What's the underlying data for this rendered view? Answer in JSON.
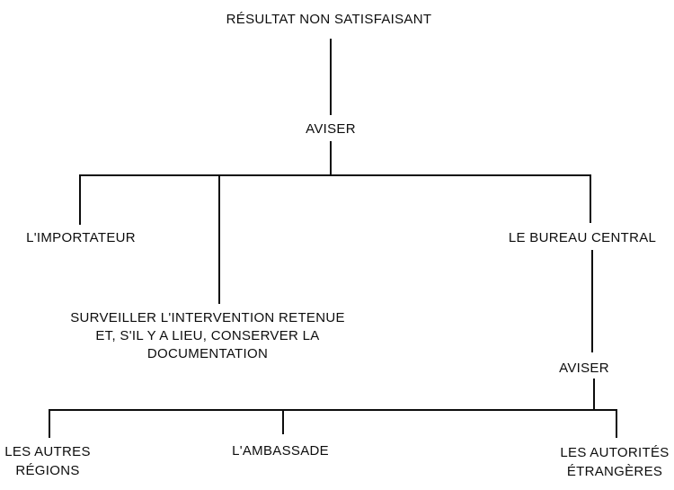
{
  "diagram": {
    "type": "flowchart",
    "language": "fr",
    "colors": {
      "background": "#ffffff",
      "line": "#0d0d0d",
      "text": "#0d0d0d"
    },
    "root": {
      "label": "RÉSULTAT NON SATISFAISANT"
    },
    "level1_action": {
      "label": "AVISER"
    },
    "branches": {
      "left": {
        "label": "L'IMPORTATEUR"
      },
      "middle": {
        "lines": [
          "SURVEILLER L'INTERVENTION RETENUE",
          "ET, S'IL Y A LIEU, CONSERVER LA",
          "DOCUMENTATION"
        ]
      },
      "right": {
        "label": "LE BUREAU CENTRAL"
      }
    },
    "level2_action": {
      "label": "AVISER"
    },
    "sub_branches": {
      "left": {
        "lines": [
          "LES AUTRES",
          "RÉGIONS"
        ]
      },
      "middle": {
        "label": "L'AMBASSADE"
      },
      "right": {
        "lines": [
          "LES AUTORITÉS",
          "ÉTRANGÈRES"
        ]
      }
    }
  }
}
